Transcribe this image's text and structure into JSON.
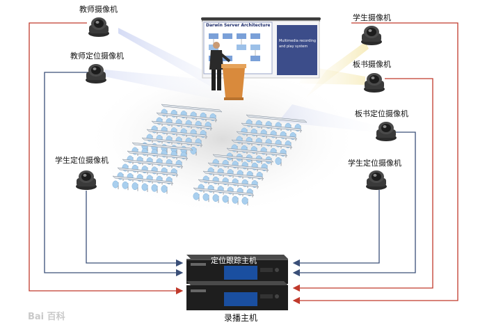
{
  "cameras": {
    "teacher": "教师摄像机",
    "teacher_position": "教师定位摄像机",
    "student_position_left": "学生定位摄像机",
    "student": "学生摄像机",
    "board": "板书摄像机",
    "board_position": "板书定位摄像机",
    "student_position_right": "学生定位摄像机"
  },
  "units": {
    "tracking_host": "定位跟踪主机",
    "recording_host": "录播主机"
  },
  "screen": {
    "slide_title": "Darwin Server Architecture",
    "side_text_1": "Multimedia recording",
    "side_text_2": "and play system"
  },
  "watermark": "Bai 百科",
  "colors": {
    "red_line": "#c0392b",
    "blue_line": "#3a4f78",
    "chair": "#a9cfee",
    "desk": "#dde2e8"
  }
}
